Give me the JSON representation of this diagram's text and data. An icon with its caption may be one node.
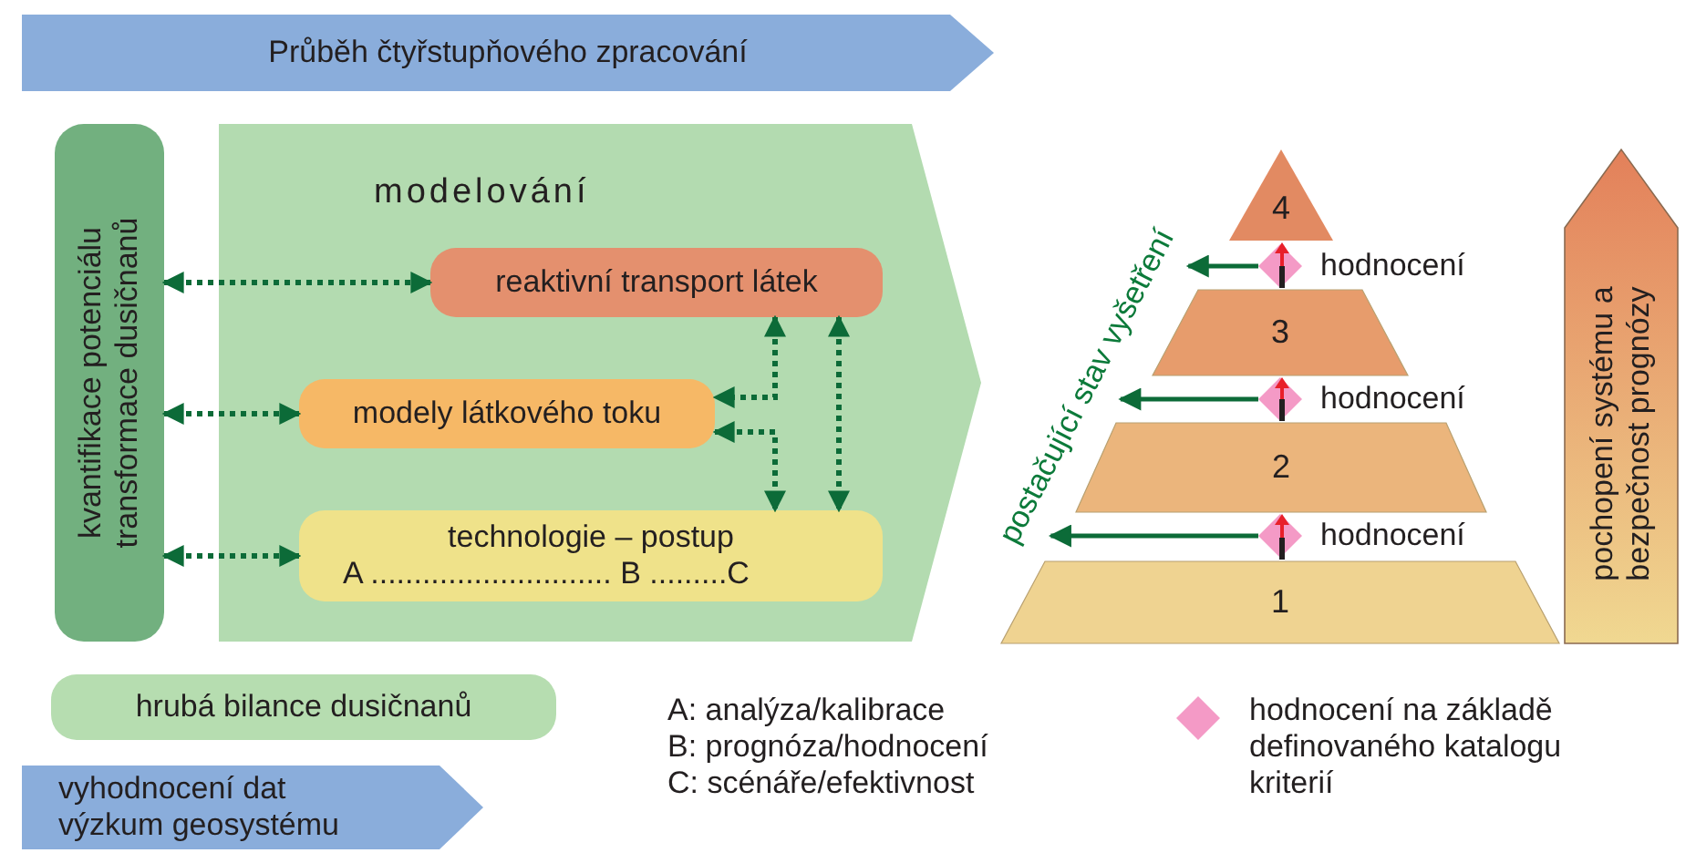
{
  "diagram": {
    "nodes": [
      {
        "text": [
          "Průběh čtyřstupňového zpracování"
        ]
      },
      {
        "text": [
          "kvantifikace potenciálu transformace dusičnanů"
        ]
      },
      {
        "text": [
          "modelování"
        ]
      },
      {
        "text": [
          "reaktivní transport látek"
        ],
        "in": 2
      },
      {
        "text": [
          "modely látkového toku"
        ],
        "in": 2
      },
      {
        "text": [
          "technologie – postup",
          "A ............................ B .........C"
        ],
        "in": 2
      },
      {
        "text": [
          "4"
        ]
      },
      {
        "text": [
          "3"
        ]
      },
      {
        "text": [
          "2"
        ]
      },
      {
        "text": [
          "1"
        ]
      },
      {
        "text": [],
        "shape": "diamond",
        "beside": [
          "hodnocení"
        ]
      },
      {
        "text": [],
        "shape": "diamond",
        "beside": [
          "hodnocení"
        ]
      },
      {
        "text": [],
        "shape": "diamond",
        "beside": [
          "hodnocení"
        ]
      },
      {
        "text": [
          "pochopení systému a bezpečnost prognózy"
        ]
      },
      {
        "text": [
          "hrubá bilance dusičnanů"
        ]
      },
      {
        "text": [
          "vyhodnocení dat výzkum geosystému"
        ]
      },
      {
        "text": [
          "postačující stav vyšetření"
        ]
      }
    ],
    "edges": [
      {
        "from": 1,
        "to": 3,
        "arrow": "both",
        "style": "dashed"
      },
      {
        "from": 1,
        "to": 4,
        "arrow": "both",
        "style": "dashed"
      },
      {
        "from": 1,
        "to": 5,
        "arrow": "both",
        "style": "dashed"
      },
      {
        "from": 3,
        "to": 4,
        "arrow": "both",
        "style": "dashed"
      },
      {
        "from": 4,
        "to": 5,
        "arrow": "both",
        "style": "dashed"
      },
      {
        "from": 3,
        "to": 5,
        "arrow": "both",
        "style": "dashed"
      },
      {
        "from": 10,
        "to": 16,
        "arrow": "to"
      },
      {
        "from": 11,
        "to": 16,
        "arrow": "to"
      },
      {
        "from": 12,
        "to": 16,
        "arrow": "to"
      }
    ],
    "labels": [
      "A: analýza/kalibrace",
      "B: prognóza/hodnocení",
      "C: scénáře/efektivnost"
    ],
    "legend": [
      {
        "text": "hodnocení na základě definovaného katalogu kriterií",
        "color": "#f49ac6"
      }
    ]
  }
}
